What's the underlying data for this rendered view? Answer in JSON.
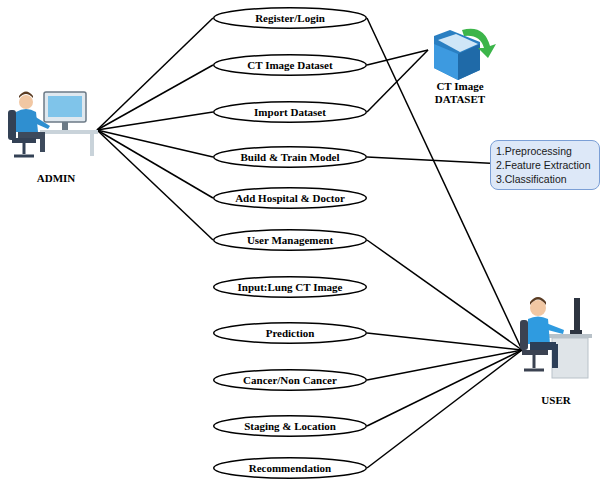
{
  "diagram": {
    "nodes": [
      {
        "text": [
          "ADMIN"
        ]
      },
      {
        "text": [
          "Register/Login"
        ]
      },
      {
        "text": [
          "CT Image Dataset"
        ]
      },
      {
        "text": [
          "Import Dataset"
        ]
      },
      {
        "text": [
          "Build & Train Model"
        ]
      },
      {
        "text": [
          "Add Hospital & Doctor"
        ]
      },
      {
        "text": [
          "User Management"
        ]
      },
      {
        "text": [
          "Input:Lung CT Image"
        ]
      },
      {
        "text": [
          "Prediction"
        ]
      },
      {
        "text": [
          "Cancer/Non Cancer"
        ]
      },
      {
        "text": [
          "Staging & Location"
        ]
      },
      {
        "text": [
          "Recommendation"
        ]
      },
      {
        "text": [
          "CT Image DATASET"
        ]
      },
      {
        "text": [
          "1.Preprocessing 2.Feature Extraction 3.Classification"
        ]
      },
      {
        "text": [
          "USER"
        ]
      }
    ],
    "edges": [
      {
        "from": 0,
        "to": 1,
        "arrow": "none"
      },
      {
        "from": 0,
        "to": 2,
        "arrow": "none"
      },
      {
        "from": 0,
        "to": 3,
        "arrow": "none"
      },
      {
        "from": 0,
        "to": 4,
        "arrow": "none"
      },
      {
        "from": 0,
        "to": 5,
        "arrow": "none"
      },
      {
        "from": 0,
        "to": 6,
        "arrow": "none"
      },
      {
        "from": 2,
        "to": 12,
        "arrow": "none"
      },
      {
        "from": 3,
        "to": 12,
        "arrow": "none"
      },
      {
        "from": 4,
        "to": 13,
        "arrow": "none"
      },
      {
        "from": 1,
        "to": 14,
        "arrow": "none"
      },
      {
        "from": 6,
        "to": 14,
        "arrow": "none"
      },
      {
        "from": 8,
        "to": 14,
        "arrow": "none"
      },
      {
        "from": 9,
        "to": 14,
        "arrow": "none"
      },
      {
        "from": 10,
        "to": 14,
        "arrow": "none"
      },
      {
        "from": 11,
        "to": 14,
        "arrow": "none"
      }
    ]
  }
}
